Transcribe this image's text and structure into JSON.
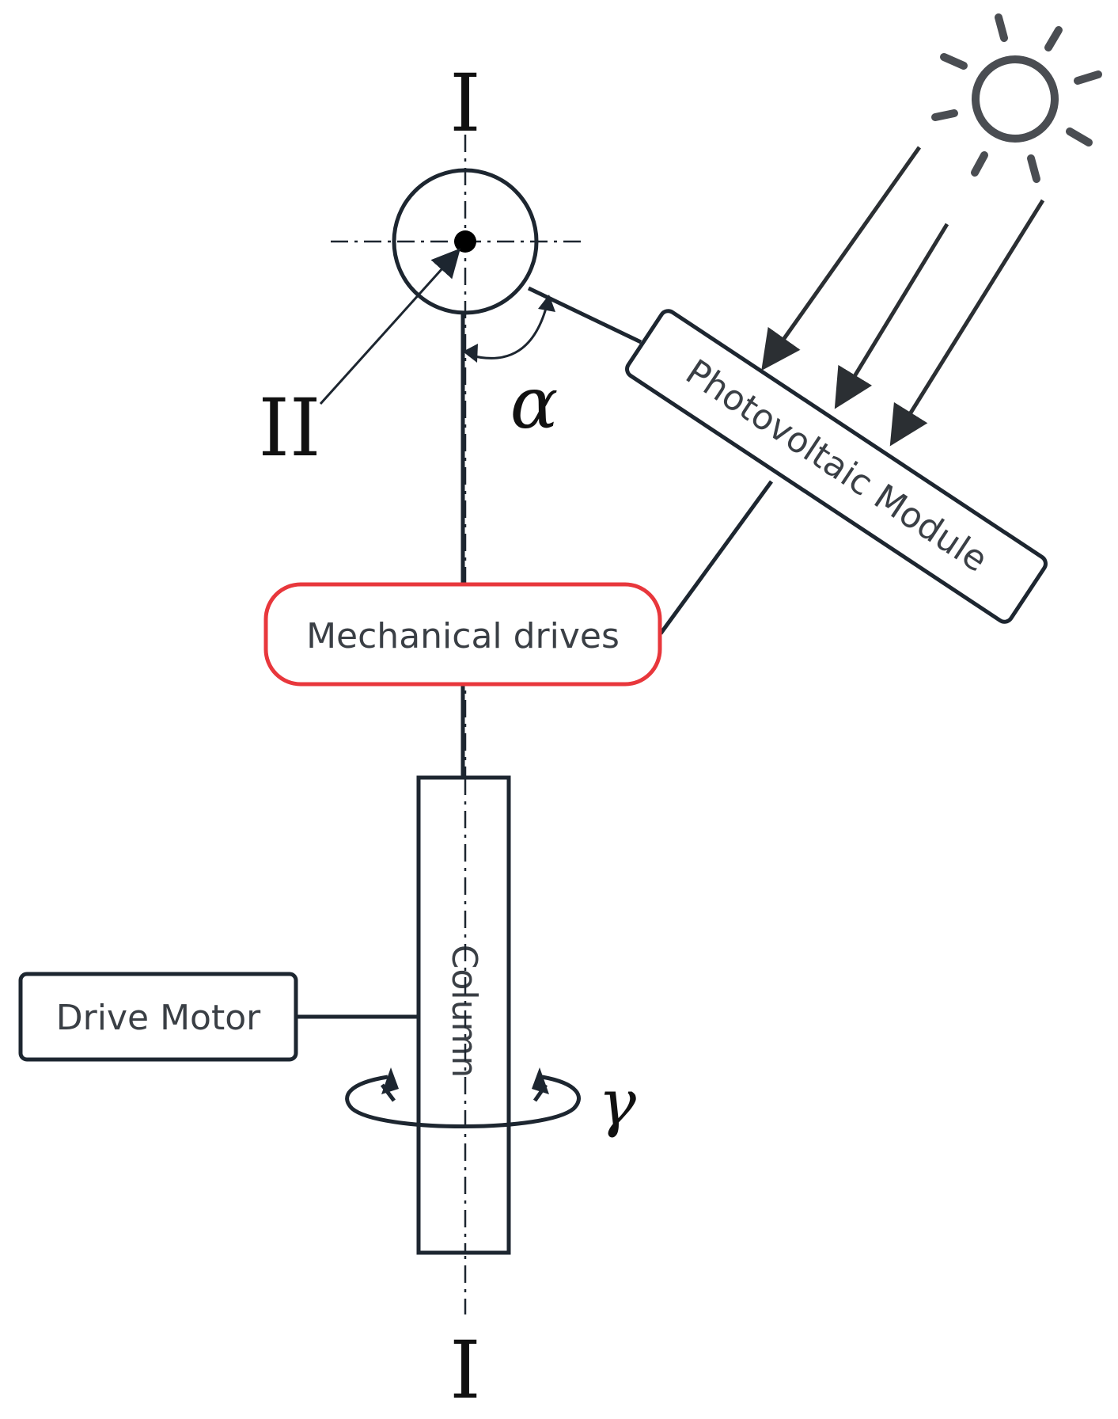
{
  "labels": {
    "section_top": "I",
    "section_bottom": "I",
    "pivot_callout": "II",
    "alpha": "α",
    "gamma": "γ"
  },
  "components": {
    "photovoltaic_module": "Photovoltaic Module",
    "mechanical_drives": "Mechanical drives",
    "drive_motor": "Drive Motor",
    "column": "Column"
  },
  "colors": {
    "mechanical_drives_border": "#e8373c",
    "line": "#1d2630",
    "sun": "#4a4d52"
  },
  "icons": {
    "sun": "sun-icon"
  }
}
